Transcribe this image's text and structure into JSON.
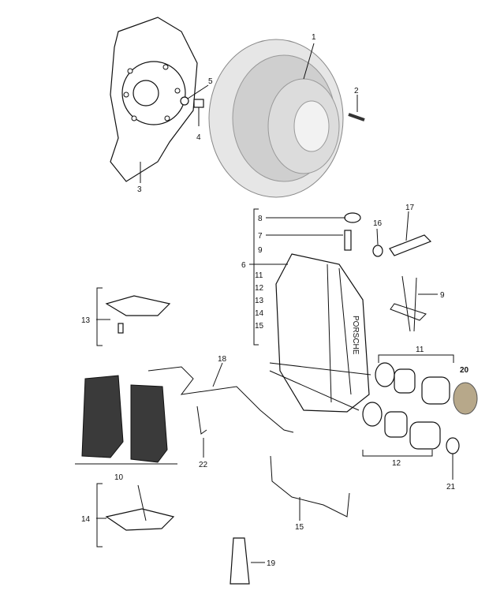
{
  "diagram": {
    "title": "Front brake assembly exploded parts diagram",
    "callouts": {
      "p1": "1",
      "p2": "2",
      "p3": "3",
      "p4": "4",
      "p5": "5",
      "p6": "6",
      "p7": "7",
      "p8": "8",
      "p9a": "9",
      "p9b": "9",
      "p10": "10",
      "p11a": "11",
      "p11b": "11",
      "p12a": "12",
      "p12b": "12",
      "p13a": "13",
      "p13b": "13",
      "p14a": "14",
      "p14b": "14",
      "p15a": "15",
      "p15b": "15",
      "p16": "16",
      "p17": "17",
      "p18": "18",
      "p19": "19",
      "p20": "20",
      "p21": "21",
      "p22": "22"
    },
    "caliper_lettering": "PORSCHE",
    "colors": {
      "disc": "#d8d8d8",
      "pad": "#3a3a3a",
      "cap20": "#b7a88a"
    }
  }
}
